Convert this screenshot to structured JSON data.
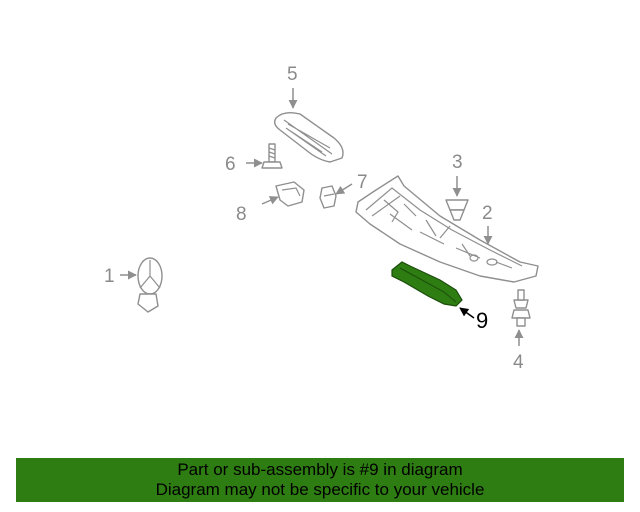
{
  "diagram": {
    "callouts": {
      "c1": "1",
      "c2": "2",
      "c3": "3",
      "c4": "4",
      "c5": "5",
      "c6": "6",
      "c7": "7",
      "c8": "8",
      "c9": "9"
    },
    "highlighted_part": "9",
    "highlight_color": "#2e7d13"
  },
  "banner": {
    "line1": "Part or sub-assembly is #9 in diagram",
    "line2": "Diagram may not be specific to your vehicle",
    "color": "#2e7d13"
  }
}
